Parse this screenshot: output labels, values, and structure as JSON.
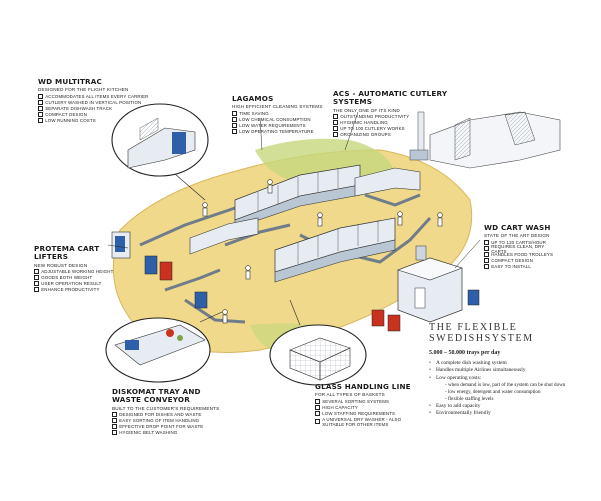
{
  "callouts": {
    "multitrac": {
      "title": "WD MULTITRAC",
      "subtitle": "DESIGNED FOR THE FLIGHT KITCHEN",
      "items": [
        "ACCOMMODATES ALL ITEMS EVERY CARRIER",
        "CUTLERY WASHED IN VERTICAL POSITION",
        "SEPARATE DISHWASH TRACK",
        "COMPACT DESIGN",
        "LOW RUNNING COSTS"
      ]
    },
    "lagamo": {
      "title": "LAGAMOS",
      "subtitle": "HIGH EFFICIENT CLEANING SYSTEMS",
      "items": [
        "TIME SAVING",
        "LOW CHEMICAL CONSUMPTION",
        "LOW WATER REQUIREMENTS",
        "LOW OPERATING TEMPERATURE"
      ]
    },
    "acs": {
      "title": "ACS - AUTOMATIC CUTLERY SYSTEMS",
      "subtitle": "THE ONLY ONE OF ITS KIND",
      "items": [
        "OUTSTANDING PRODUCTIVITY",
        "HYGIENIC HANDLING",
        "UP TO 100 CUTLERY WORKS",
        "ORGANIZING GROUPS"
      ]
    },
    "proterna": {
      "title": "PROTEMA CART LIFTERS",
      "subtitle": "NEW ROBUST DESIGN",
      "items": [
        "ADJUSTABLE WORKING HEIGHT",
        "GOODS BOTH WEIGHT",
        "USER OPERATION RESULT",
        "ENHANCE PRODUCTIVITY"
      ]
    },
    "cartwash": {
      "title": "WD CART WASH",
      "subtitle": "STATE OF THE ART DESIGN",
      "items": [
        "UP TO 120 CARTS/HOUR",
        "REQUIRES CLEAN, DRY CARTS",
        "HANDLES FOOD TROLLEYS",
        "COMPACT DESIGN",
        "EASY TO INSTALL"
      ]
    },
    "diskomat": {
      "title": "DISKOMAT TRAY AND WASTE CONVEYOR",
      "subtitle": "BUILT TO THE CUSTOMER'S REQUIREMENTS",
      "items": [
        "DESIGNED FOR DISHES AND WASTE",
        "EASY SORTING OF ITEM HANDLING",
        "EFFECTIVE DROP POINT FOR WASTE",
        "HYGIENIC BELT WASHING"
      ]
    },
    "glass": {
      "title": "GLASS HANDLING LINE",
      "subtitle": "FOR ALL TYPES OF BASKETS",
      "items": [
        "SEVERAL SORTING SYSTEMS",
        "HIGH CAPACITY",
        "LOW STAFFING REQUIREMENTS",
        "A UNIVERSAL DRY WASHER - ALSO SUITABLE FOR OTHER ITEMS"
      ]
    }
  },
  "swedish": {
    "title": "THE FLEXIBLE SWEDISHSYSTEM",
    "subtitle": "5.000 – 50.000 trays per day",
    "bullets": [
      {
        "text": "A complete dish washing system",
        "sub": false
      },
      {
        "text": "Handles multiple Airlines simultaneously",
        "sub": false
      },
      {
        "text": "Low operating costs:",
        "sub": false
      },
      {
        "text": "- when demand is low, part of the system can be shut down",
        "sub": true
      },
      {
        "text": "- low energy, detergent and water consumption",
        "sub": true
      },
      {
        "text": "- flexible staffing levels",
        "sub": true
      },
      {
        "text": "Easy to add capacity",
        "sub": false
      },
      {
        "text": "Environmentally friendly",
        "sub": false
      }
    ]
  },
  "colors": {
    "floor": "#f0d98a",
    "floor_edge": "#d9b65c",
    "green_zone": "#c6d77d",
    "machine": "#e6ecf2",
    "machine_shade": "#b9c6d3",
    "conveyor": "#8a98a8",
    "blue": "#2f5fa8",
    "red": "#c8321e",
    "ink": "#1a1a1a"
  }
}
